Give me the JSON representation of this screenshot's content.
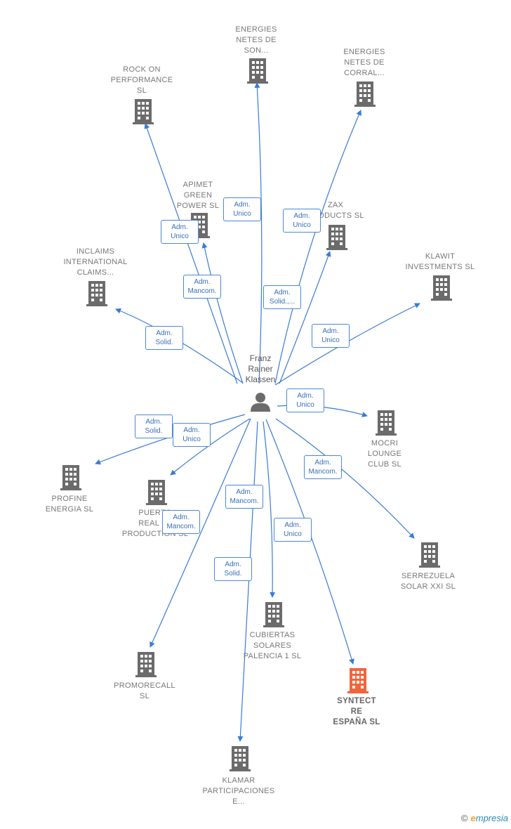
{
  "center": {
    "name": "Franz\nRainer\nKlassen",
    "icon": "person-icon"
  },
  "colors": {
    "edge": "#3a7bd5",
    "building": "#6b6b6b",
    "highlight": "#f2643a"
  },
  "nodes": [
    {
      "id": "energies-son",
      "label": "ENERGIES\nNETES DE\nSON..."
    },
    {
      "id": "rock-on",
      "label": "ROCK ON\nPERFORMANCE\nSL"
    },
    {
      "id": "energies-corral",
      "label": "ENERGIES\nNETES DE\nCORRAL..."
    },
    {
      "id": "apimet",
      "label": "APIMET\nGREEN\nPOWER SL"
    },
    {
      "id": "zax",
      "label": "ZAX\nPRODUCTS SL"
    },
    {
      "id": "inclaims",
      "label": "INCLAIMS\nINTERNATIONAL\nCLAIMS..."
    },
    {
      "id": "klawit",
      "label": "KLAWIT\nINVESTMENTS SL"
    },
    {
      "id": "mocri",
      "label": "MOCRI\nLOUNGE\nCLUB SL"
    },
    {
      "id": "profine",
      "label": "PROFINE\nENERGIA SL"
    },
    {
      "id": "puerto",
      "label": "PUERTO\nREAL FV\nPRODUCTION SL"
    },
    {
      "id": "serrezuela",
      "label": "SERREZUELA\nSOLAR XXI SL"
    },
    {
      "id": "cubiertas",
      "label": "CUBIERTAS\nSOLARES\nPALENCIA 1 SL"
    },
    {
      "id": "promorecall",
      "label": "PROMORECALL\nSL"
    },
    {
      "id": "syntect",
      "label": "SYNTECT\nRE\nESPAÑA SL",
      "highlight": true
    },
    {
      "id": "klamar",
      "label": "KLAMAR\nPARTICIPACIONES\nE..."
    }
  ],
  "edges": [
    {
      "target": "energies-son",
      "role": "Adm.\nUnico"
    },
    {
      "target": "rock-on",
      "role": "Adm.\nUnico"
    },
    {
      "target": "apimet",
      "role": "Adm.\nMancom."
    },
    {
      "target": "energies-corral",
      "role": "Adm.\nUnico"
    },
    {
      "target": "zax",
      "role": "Adm.\nSolid.,..."
    },
    {
      "target": "inclaims",
      "role": "Adm.\nSolid."
    },
    {
      "target": "klawit",
      "role": "Adm.\nUnico"
    },
    {
      "target": "mocri",
      "role": "Adm.\nUnico"
    },
    {
      "target": "profine",
      "role": "Adm.\nSolid."
    },
    {
      "target": "puerto",
      "role": "Adm.\nUnico"
    },
    {
      "target": "serrezuela",
      "role": "Adm.\nMancom."
    },
    {
      "target": "cubiertas",
      "role": "Adm.\nMancom."
    },
    {
      "target": "promorecall",
      "role": "Adm.\nMancom."
    },
    {
      "target": "syntect",
      "role": "Adm.\nUnico"
    },
    {
      "target": "klamar",
      "role": "Adm.\nSolid."
    }
  ],
  "footer": {
    "copyright": "©",
    "brand_initial": "e",
    "brand_rest": "mpresia"
  }
}
